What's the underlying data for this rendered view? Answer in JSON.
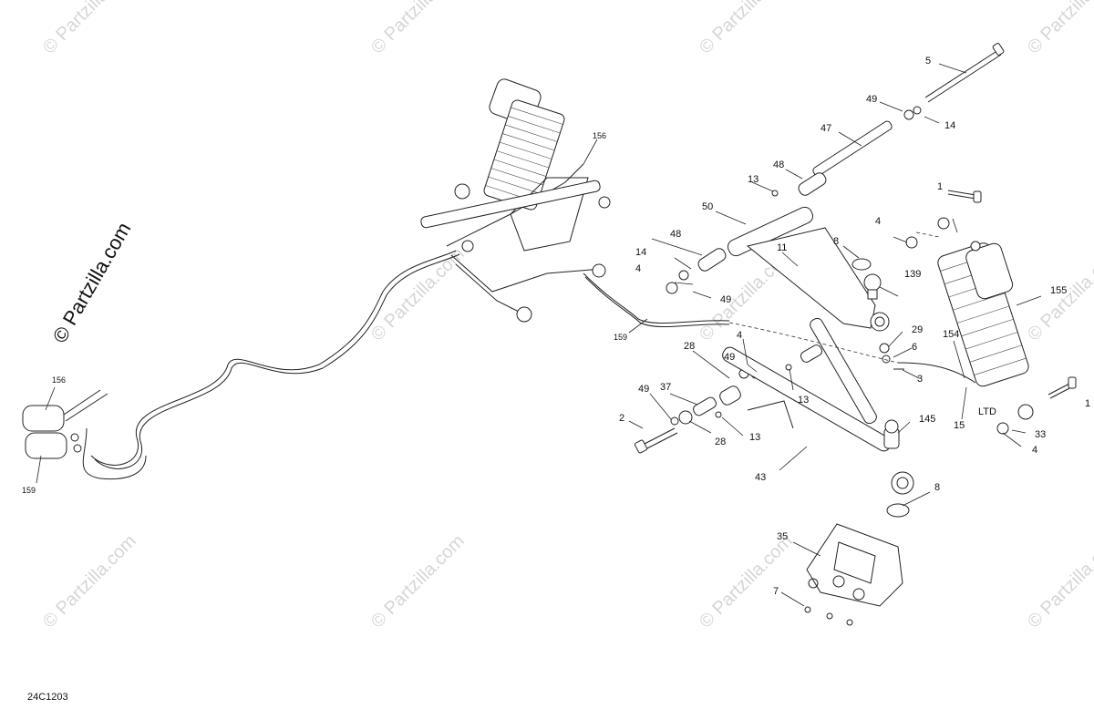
{
  "watermark": {
    "text": "© Partzilla.com",
    "repeat_text": "© Partzilla.com"
  },
  "diagram_code": "24C1203",
  "callouts": {
    "c1a": "1",
    "c1b": "1",
    "c2": "2",
    "c3": "3",
    "c4a": "4",
    "c4b": "4",
    "c4c": "4",
    "c4d": "4",
    "c5": "5",
    "c6": "6",
    "c7": "7",
    "c8a": "8",
    "c8b": "8",
    "c11": "11",
    "c13a": "13",
    "c13b": "13",
    "c13c": "13",
    "c14a": "14",
    "c14b": "14",
    "c15": "15",
    "c28a": "28",
    "c28b": "28",
    "c29": "29",
    "c33": "33",
    "c35": "35",
    "c37": "37",
    "c43": "43",
    "c47": "47",
    "c48a": "48",
    "c48b": "48",
    "c49a": "49",
    "c49b": "49",
    "c49c": "49",
    "c49d": "49",
    "c50": "50",
    "c139": "139",
    "c145": "145",
    "c154": "154",
    "c155": "155",
    "c156a": "156",
    "c156b": "156",
    "c159a": "159",
    "c159b": "159",
    "ltd": "LTD"
  }
}
